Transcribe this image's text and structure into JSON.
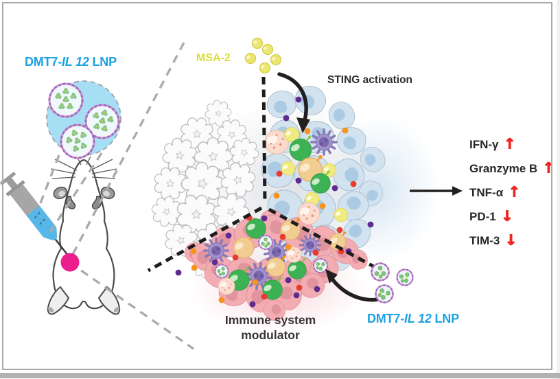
{
  "figure": {
    "labels": {
      "lnp_top": {
        "prefix": "DMT7-",
        "gene": "IL 12",
        "suffix": " LNP",
        "color": "#1ba2e1"
      },
      "lnp_bottom": {
        "prefix": "DMT7-",
        "gene": "IL 12",
        "suffix": " LNP",
        "color": "#1ba2e1"
      },
      "msa2": {
        "text": "MSA-2",
        "color": "#d9de39"
      },
      "sting": {
        "text": "STING activation",
        "color": "#2f2b2c"
      },
      "immune": {
        "line1": "Immune system",
        "line2": "modulator",
        "color": "#373334"
      }
    },
    "markers": {
      "arrow_color": "#ee2724",
      "items": [
        {
          "name": "IFN-γ",
          "arrow": "↑",
          "direction": "up"
        },
        {
          "name": "Granzyme B",
          "arrow": "↑",
          "direction": "up"
        },
        {
          "name": "TNF-α",
          "arrow": "↑",
          "direction": "up"
        },
        {
          "name": "PD-1",
          "arrow": "↓",
          "direction": "down"
        },
        {
          "name": "TIM-3",
          "arrow": "↓",
          "direction": "down"
        }
      ]
    },
    "colors": {
      "cyan_label": "#1ba2e1",
      "msa2_yellow": "#d9de39",
      "tumor_site_pink": "#ec1d8d",
      "lnp_circle_blue": "#a6def4",
      "sting_sector_blue": "#d2e2ee",
      "immune_sector_pink": "#f3acb1",
      "gray_cells": "#fcfcfc",
      "red_arrow": "#ee2724",
      "frame_border": "#a9a9a9",
      "bottom_bar": "#b2b2b2"
    }
  }
}
